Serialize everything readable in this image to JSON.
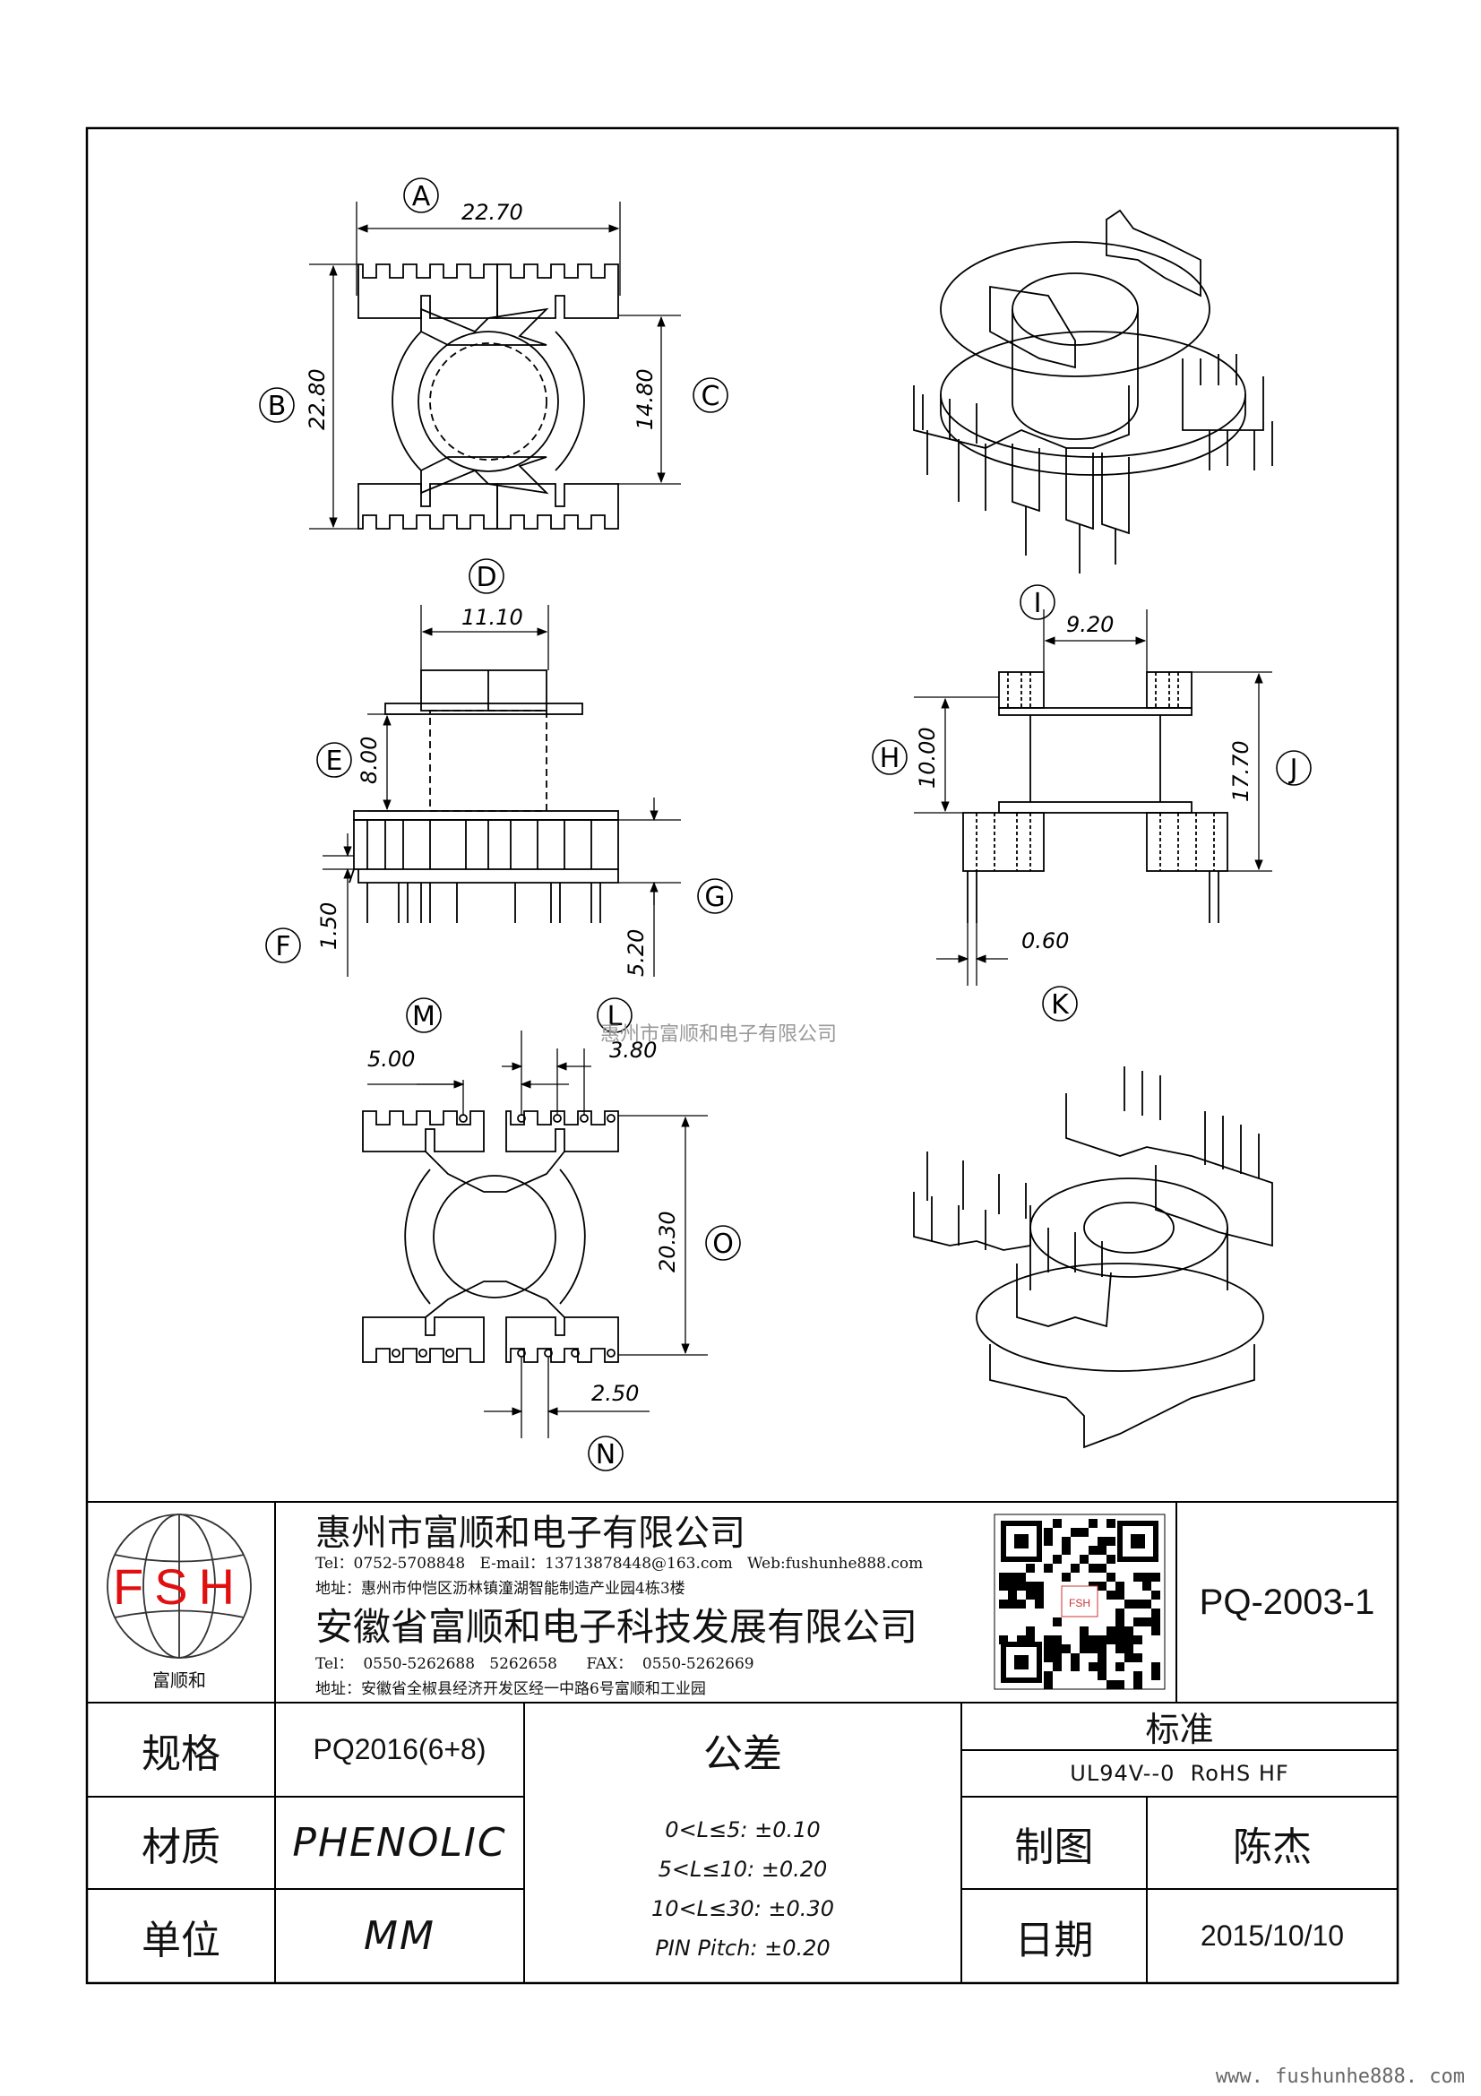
{
  "dimensions": {
    "A": "22.70",
    "B": "22.80",
    "C": "14.80",
    "D": "11.10",
    "E": "8.00",
    "F": "1.50",
    "G": "5.20",
    "H": "10.00",
    "I": "9.20",
    "J": "17.70",
    "K": "0.60",
    "L": "3.80",
    "M": "5.00",
    "N": "2.50",
    "O": "20.30"
  },
  "labels": [
    "A",
    "B",
    "C",
    "D",
    "E",
    "F",
    "G",
    "H",
    "I",
    "J",
    "K",
    "L",
    "M",
    "N",
    "O"
  ],
  "watermark": "惠州市富顺和电子有限公司",
  "logo": {
    "text": "FSH",
    "name": "富顺和"
  },
  "company1": {
    "name": "惠州市富顺和电子有限公司",
    "contact": "Tel：0752-5708848   E-mail：13713878448@163.com   Web:fushunhe888.com",
    "address": "地址：惠州市仲恺区沥林镇潼湖智能制造产业园4栋3楼"
  },
  "company2": {
    "name": "安徽省富顺和电子科技发展有限公司",
    "contact": "Tel：  0550-5262688   5262658      FAX：  0550-5262669",
    "address": "地址：安徽省全椒县经济开发区经一中路6号富顺和工业园"
  },
  "part_number": "PQ-2003-1",
  "table": {
    "spec_label": "规格",
    "spec_value": "PQ2016(6+8)",
    "material_label": "材质",
    "material_value": "PHENOLIC",
    "unit_label": "单位",
    "unit_value": "MM",
    "tolerance_label": "公差",
    "tolerance_lines": [
      "0<L≤5: ±0.10",
      "5<L≤10: ±0.20",
      "10<L≤30: ±0.30",
      "PIN Pitch: ±0.20"
    ],
    "standard_label": "标准",
    "standard_value": "UL94V--0  RoHS HF",
    "drawn_label": "制图",
    "drawn_value": "陈杰",
    "date_label": "日期",
    "date_value": "2015/10/10"
  },
  "footer_url": "www. fushunhe888. com"
}
